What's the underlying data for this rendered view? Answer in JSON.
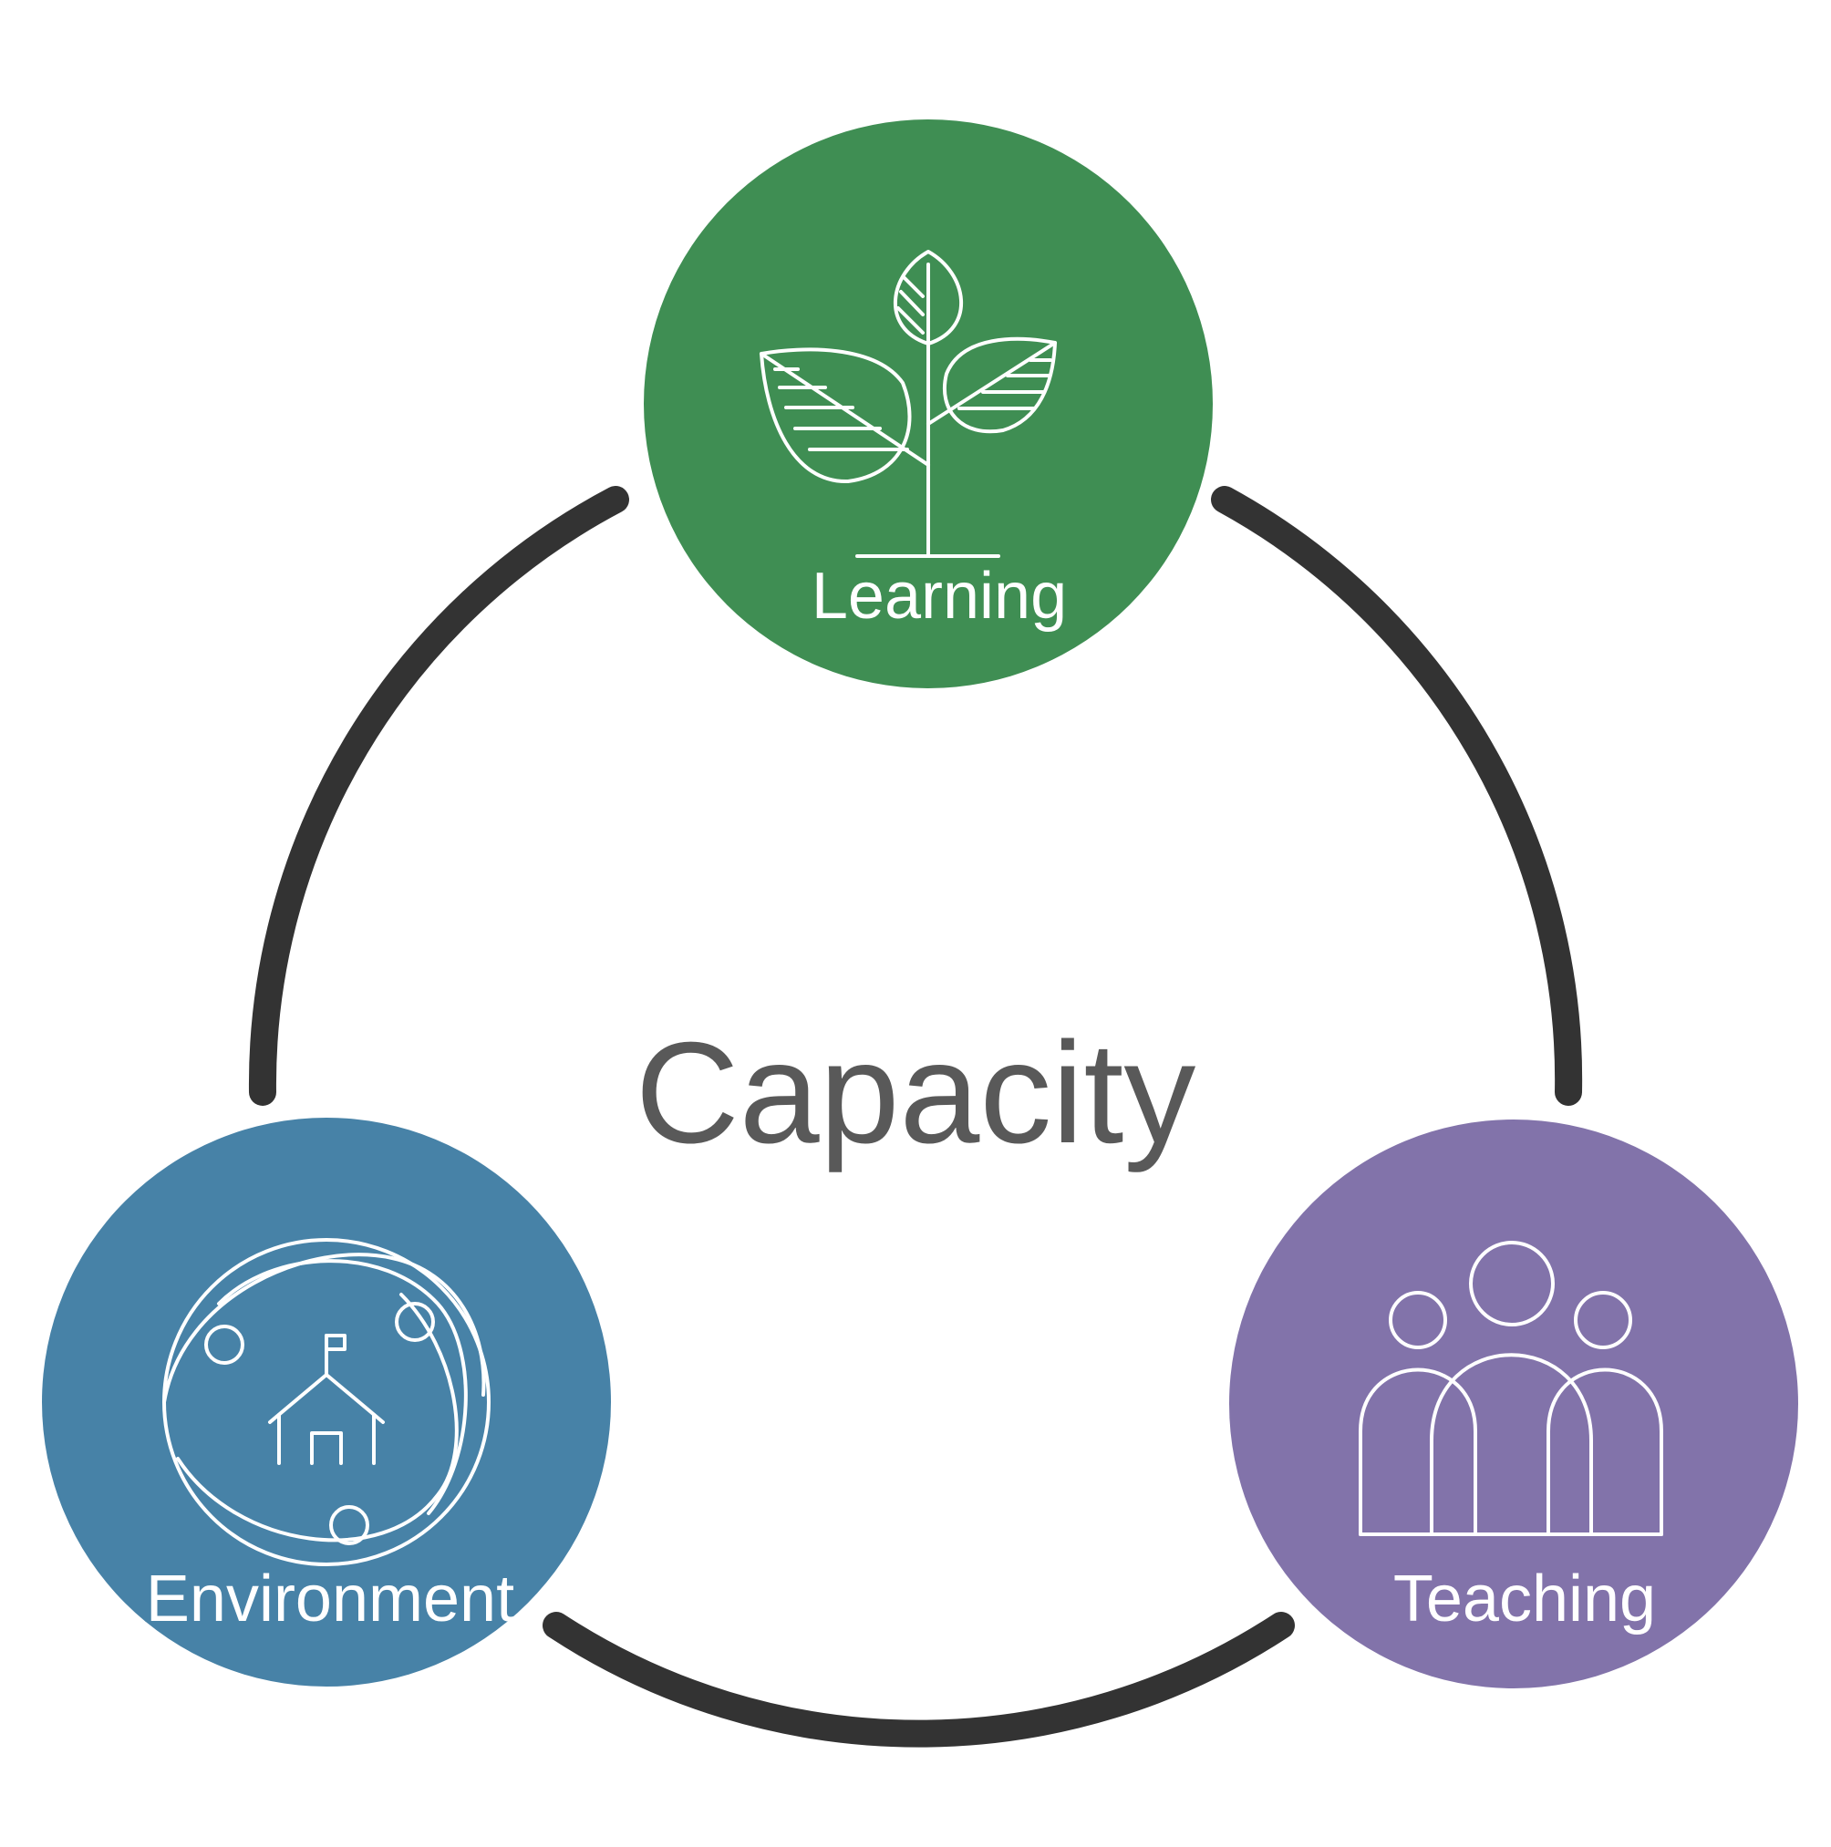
{
  "diagram": {
    "center_label": "Capacity",
    "nodes": [
      {
        "key": "learning",
        "label": "Learning",
        "icon": "plant-sprout-icon",
        "color": "#3f8e53"
      },
      {
        "key": "teaching",
        "label": "Teaching",
        "icon": "people-group-icon",
        "color": "#8273aa"
      },
      {
        "key": "environment",
        "label": "Environment",
        "icon": "school-globe-icon",
        "color": "#4782a7"
      }
    ]
  },
  "colors": {
    "ring": "#333333",
    "center_text": "#595959",
    "background": "#ffffff"
  }
}
